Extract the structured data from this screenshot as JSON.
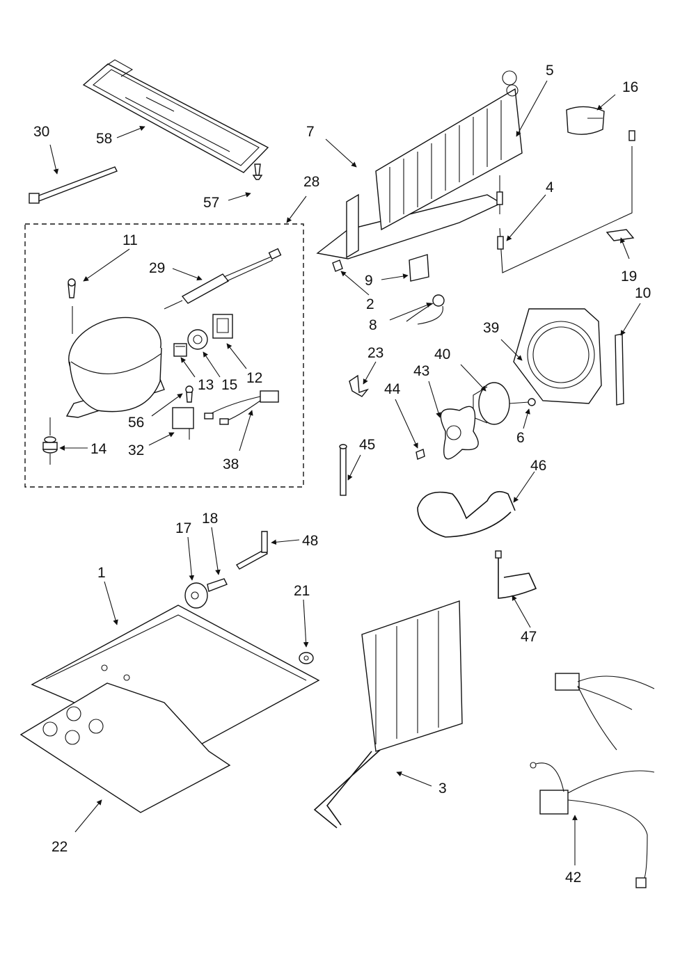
{
  "diagram": {
    "callouts": {
      "c1": "1",
      "c2": "2",
      "c3": "3",
      "c4": "4",
      "c5": "5",
      "c6": "6",
      "c7": "7",
      "c8": "8",
      "c9": "9",
      "c10": "10",
      "c11": "11",
      "c12": "12",
      "c13": "13",
      "c14": "14",
      "c15": "15",
      "c16": "16",
      "c17": "17",
      "c18": "18",
      "c19": "19",
      "c21": "21",
      "c22": "22",
      "c23": "23",
      "c28": "28",
      "c29": "29",
      "c30": "30",
      "c32": "32",
      "c38": "38",
      "c39": "39",
      "c40": "40",
      "c42": "42",
      "c43": "43",
      "c44": "44",
      "c45": "45",
      "c46": "46",
      "c47": "47",
      "c48": "48",
      "c56": "56",
      "c57": "57",
      "c58": "58"
    }
  }
}
